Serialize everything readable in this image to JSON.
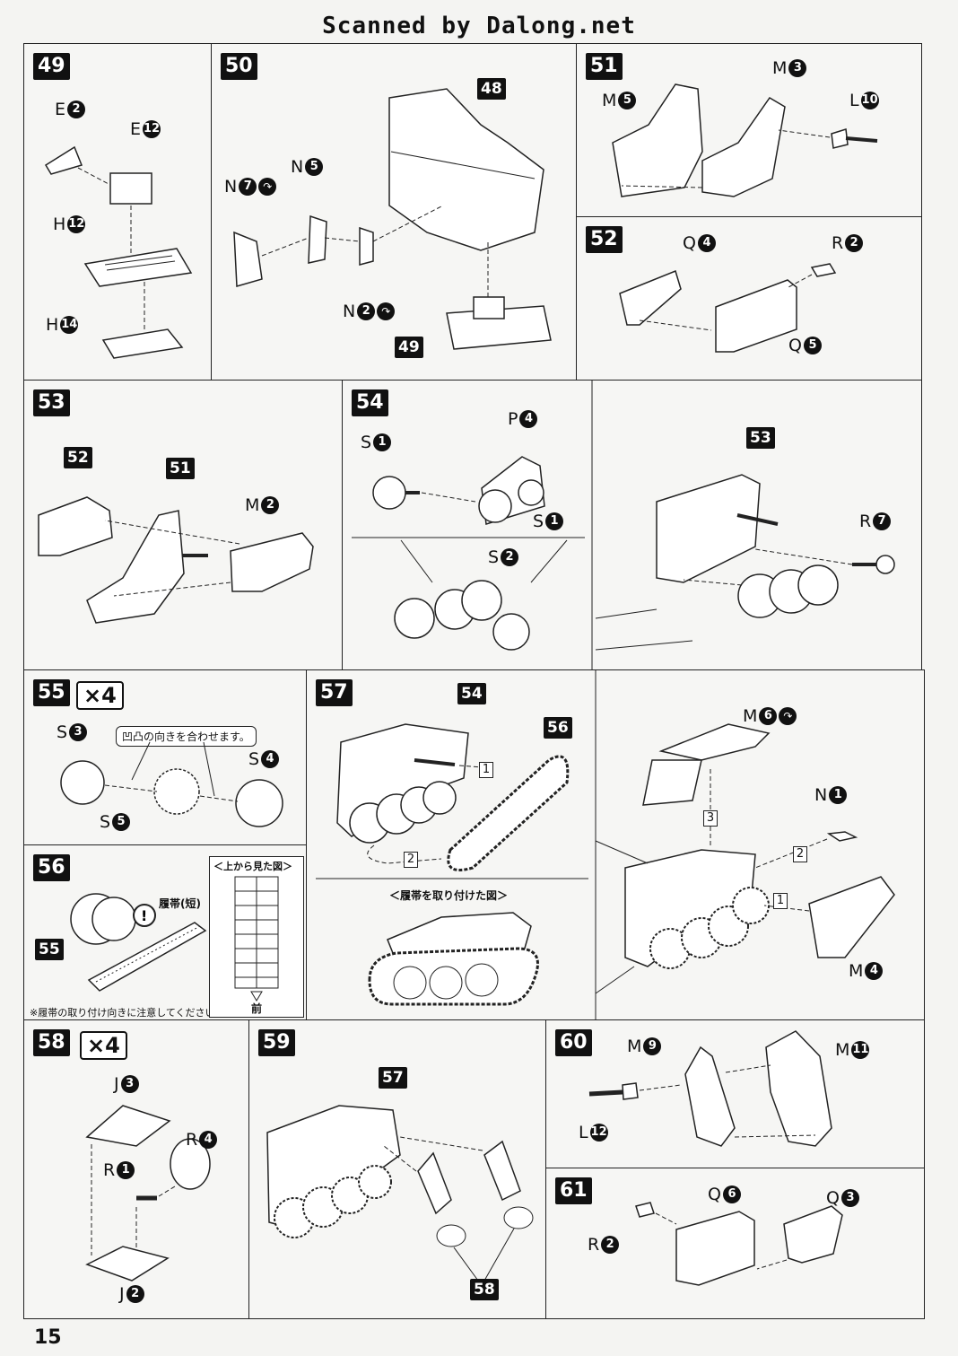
{
  "header": "Scanned by Dalong.net",
  "page_number": "15",
  "steps": {
    "s49": {
      "num": "49",
      "labels": [
        "E",
        "E",
        "H",
        "H"
      ],
      "nums": [
        "2",
        "12",
        "12",
        "14"
      ]
    },
    "s50": {
      "num": "50",
      "refs": [
        "48",
        "49"
      ],
      "labels": [
        "N",
        "N",
        "N"
      ],
      "nums": [
        "7",
        "5",
        "2"
      ]
    },
    "s51": {
      "num": "51",
      "labels": [
        "M",
        "M",
        "L"
      ],
      "nums": [
        "5",
        "3",
        "10"
      ]
    },
    "s52": {
      "num": "52",
      "labels": [
        "Q",
        "R",
        "Q"
      ],
      "nums": [
        "4",
        "2",
        "5"
      ]
    },
    "s53": {
      "num": "53",
      "refs": [
        "52",
        "51"
      ],
      "labels": [
        "M"
      ],
      "nums": [
        "2"
      ]
    },
    "s54": {
      "num": "54",
      "refs": [
        "53"
      ],
      "labels": [
        "S",
        "P",
        "S",
        "S",
        "R"
      ],
      "nums": [
        "1",
        "4",
        "1",
        "2",
        "7"
      ]
    },
    "s55": {
      "num": "55",
      "mult": "×4",
      "labels": [
        "S",
        "S",
        "S"
      ],
      "nums": [
        "3",
        "4",
        "5"
      ],
      "bubble": "凹凸の向きを合わせます。"
    },
    "s56": {
      "num": "56",
      "refs": [
        "55"
      ],
      "track_label": "履帯(短)",
      "note": "※履帯の取り付け向きに注意してください。",
      "top_view_title": "＜上から見た図＞",
      "front": "前"
    },
    "s57": {
      "num": "57",
      "refs": [
        "54",
        "56"
      ],
      "labels": [
        "M",
        "N",
        "M"
      ],
      "nums": [
        "6",
        "1",
        "4"
      ],
      "seq": [
        "1",
        "2",
        "3"
      ],
      "attached_title": "＜履帯を取り付けた図＞"
    },
    "s58": {
      "num": "58",
      "mult": "×4",
      "labels": [
        "J",
        "R",
        "R",
        "J"
      ],
      "nums": [
        "3",
        "4",
        "1",
        "2"
      ]
    },
    "s59": {
      "num": "59",
      "refs": [
        "57",
        "58"
      ]
    },
    "s60": {
      "num": "60",
      "labels": [
        "M",
        "M",
        "L"
      ],
      "nums": [
        "9",
        "11",
        "12"
      ]
    },
    "s61": {
      "num": "61",
      "labels": [
        "Q",
        "Q",
        "R"
      ],
      "nums": [
        "6",
        "3",
        "2"
      ]
    }
  }
}
